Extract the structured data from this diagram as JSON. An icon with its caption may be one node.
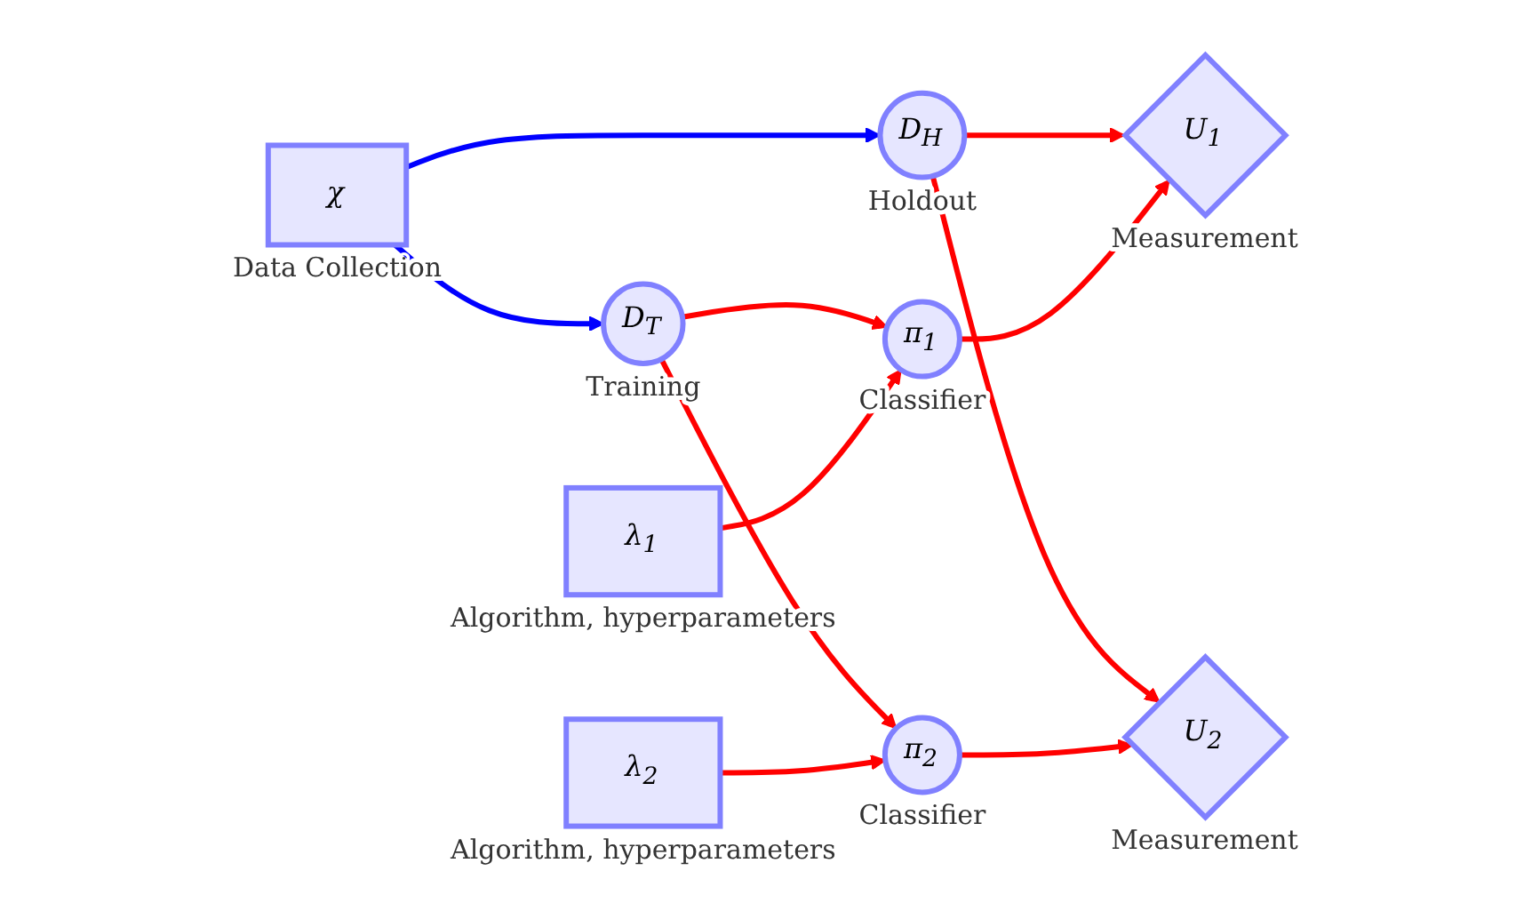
{
  "diagram": {
    "nodes": [
      {
        "text": [
          "χ"
        ],
        "beside": [
          "Data Collection"
        ]
      },
      {
        "text": [
          "D$_{T}$"
        ],
        "beside": [
          "Training"
        ]
      },
      {
        "text": [
          "D$_{H}$"
        ],
        "beside": [
          "Holdout"
        ]
      },
      {
        "text": [
          "λ$_{1}$"
        ],
        "beside": [
          "Algorithm, hyperparameters"
        ]
      },
      {
        "text": [
          "π$_{1}$"
        ],
        "beside": [
          "Classifier"
        ]
      },
      {
        "text": [
          "U$_{1}$"
        ],
        "beside": [
          "Measurement"
        ]
      },
      {
        "text": [
          "λ$_{2}$"
        ],
        "beside": [
          "Algorithm, hyperparameters"
        ]
      },
      {
        "text": [
          "π$_{2}$"
        ],
        "beside": [
          "Classifier"
        ]
      },
      {
        "text": [
          "U$_{2}$"
        ],
        "beside": [
          "Measurement"
        ]
      }
    ],
    "edges": [
      {
        "from": 0,
        "to": 1,
        "arrow": "to",
        "color": "#0000ff"
      },
      {
        "from": 0,
        "to": 2,
        "arrow": "to",
        "color": "#0000ff"
      },
      {
        "from": 1,
        "to": 4,
        "arrow": "to"
      },
      {
        "from": 1,
        "to": 7,
        "arrow": "to"
      },
      {
        "from": 2,
        "to": 5,
        "arrow": "to"
      },
      {
        "from": 2,
        "to": 8,
        "arrow": "to"
      },
      {
        "from": 3,
        "to": 4,
        "arrow": "to"
      },
      {
        "from": 4,
        "to": 5,
        "arrow": "to"
      },
      {
        "from": 6,
        "to": 7,
        "arrow": "to"
      },
      {
        "from": 7,
        "to": 8,
        "arrow": "to"
      }
    ]
  }
}
